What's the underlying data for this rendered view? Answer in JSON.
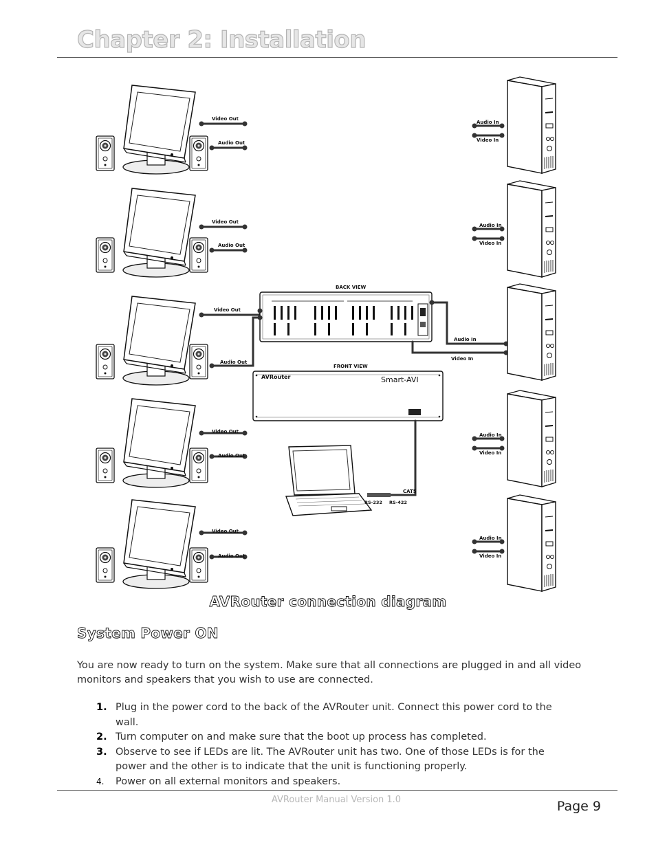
{
  "header": {
    "chapter_title": "Chapter 2: Installation"
  },
  "diagram": {
    "caption": "AVRouter connection diagram",
    "labels": {
      "video_out": "Video Out",
      "audio_out": "Audio Out",
      "audio_in": "Audio In",
      "video_in": "Video In",
      "back_view": "BACK VIEW",
      "front_view": "FRONT VIEW",
      "brand_name": "AVRouter",
      "brand_logo": "Smart-AVI",
      "cat5": "CAT5",
      "rs232": "RS-232",
      "rs422": "RS-422"
    }
  },
  "section": {
    "title": "System Power ON",
    "intro": "You are now ready to turn on the system. Make sure that all connections are plugged in and all video monitors and speakers that you wish to use are connected.",
    "steps": [
      {
        "num": "1.",
        "text": "Plug in the power cord to the back of the AVRouter unit. Connect this power cord to the wall."
      },
      {
        "num": "2.",
        "text": "Turn computer on and make sure that the boot up process has completed."
      },
      {
        "num": "3.",
        "text": "Observe to see if LEDs are lit. The AVRouter unit has two. One of those LEDs is for the power and the other is to indicate that the unit is functioning properly."
      },
      {
        "num": "4.",
        "text": "Power on all external monitors and speakers."
      }
    ]
  },
  "footer": {
    "manual_version": "AVRouter Manual Version 1.0",
    "page_label": "Page 9"
  }
}
